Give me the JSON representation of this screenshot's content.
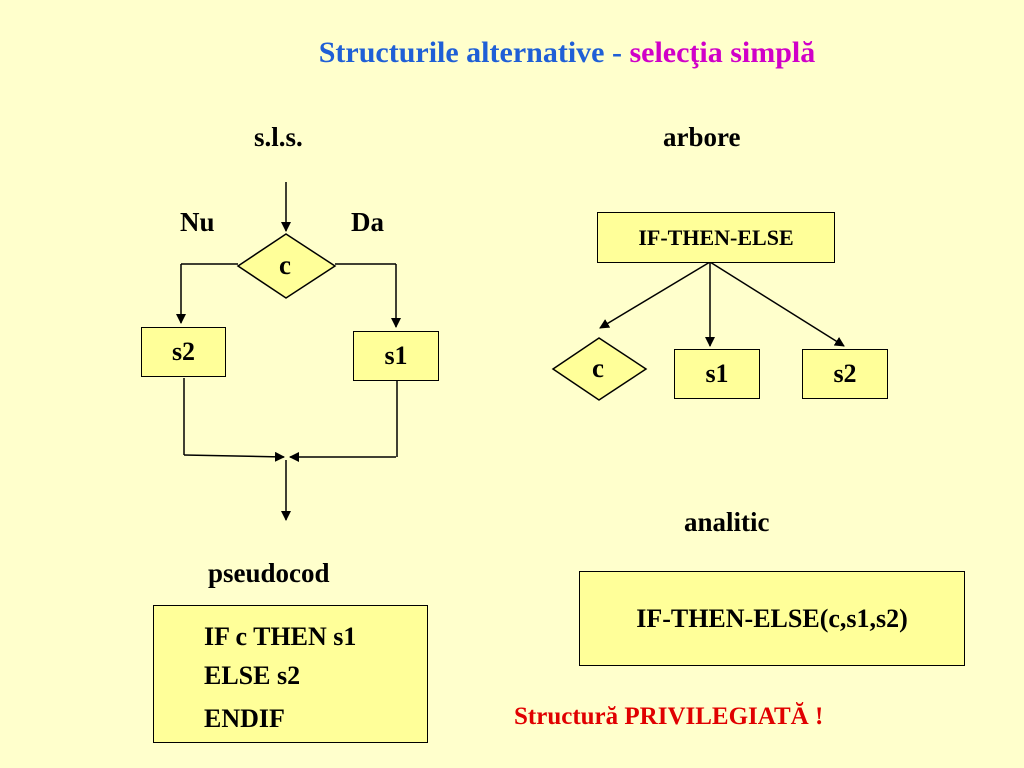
{
  "title": {
    "part1": "Structurile alternative - ",
    "part2": "selecţia simplă"
  },
  "sections": {
    "sls": "s.l.s.",
    "tree": "arbore",
    "pseudocode": "pseudocod",
    "analytic": "analitic"
  },
  "flowchart": {
    "no": "Nu",
    "yes": "Da",
    "condition": "c",
    "else_branch": "s2",
    "then_branch": "s1"
  },
  "tree": {
    "root": "IF-THEN-ELSE",
    "condition": "c",
    "child1": "s1",
    "child2": "s2"
  },
  "pseudocode_lines": [
    "IF c THEN s1",
    "ELSE s2",
    "ENDIF"
  ],
  "analytic_expr": "IF-THEN-ELSE(c,s1,s2)",
  "note": "Structură PRIVILEGIATĂ !",
  "colors": {
    "background": "#ffffcc",
    "box_fill": "#ffff99",
    "title_blue": "#1f5fd6",
    "title_magenta": "#d000c8",
    "note_red": "#e00000"
  }
}
